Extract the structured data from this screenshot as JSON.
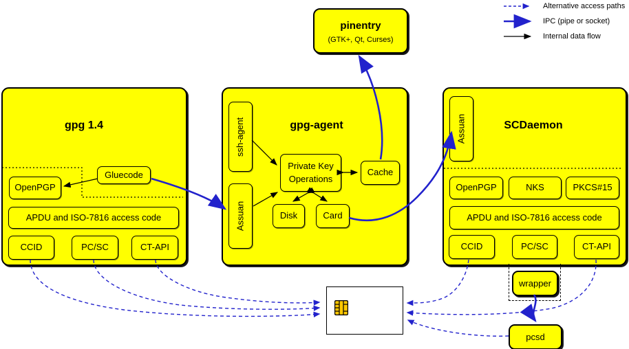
{
  "legend": {
    "items": [
      {
        "label": "Alternative access paths"
      },
      {
        "label": "IPC (pipe or socket)"
      },
      {
        "label": "Internal data flow"
      }
    ]
  },
  "pinentry": {
    "title": "pinentry",
    "subtitle": "(GTK+, Qt, Curses)"
  },
  "gpg14": {
    "title": "gpg 1.4",
    "openpgp": "OpenPGP",
    "gluecode": "Gluecode",
    "apdu": "APDU and ISO-7816 access code",
    "ccid": "CCID",
    "pcsc": "PC/SC",
    "ctapi": "CT-API"
  },
  "gpgagent": {
    "title": "gpg-agent",
    "ssh_agent": "ssh-agent",
    "assuan": "Assuan",
    "pko_line1": "Private Key",
    "pko_line2": "Operations",
    "cache": "Cache",
    "disk": "Disk",
    "card": "Card"
  },
  "scdaemon": {
    "title": "SCDaemon",
    "assuan": "Assuan",
    "openpgp": "OpenPGP",
    "nks": "NKS",
    "pkcs15": "PKCS#15",
    "apdu": "APDU and ISO-7816 access code",
    "ccid": "CCID",
    "pcsc": "PC/SC",
    "ctapi": "CT-API"
  },
  "wrapper_label": "wrapper",
  "pcsd_label": "pcsd",
  "colors": {
    "box_fill": "#ffff00",
    "arrow_blue": "#2222cc",
    "chip_gold": "#ffc800"
  }
}
